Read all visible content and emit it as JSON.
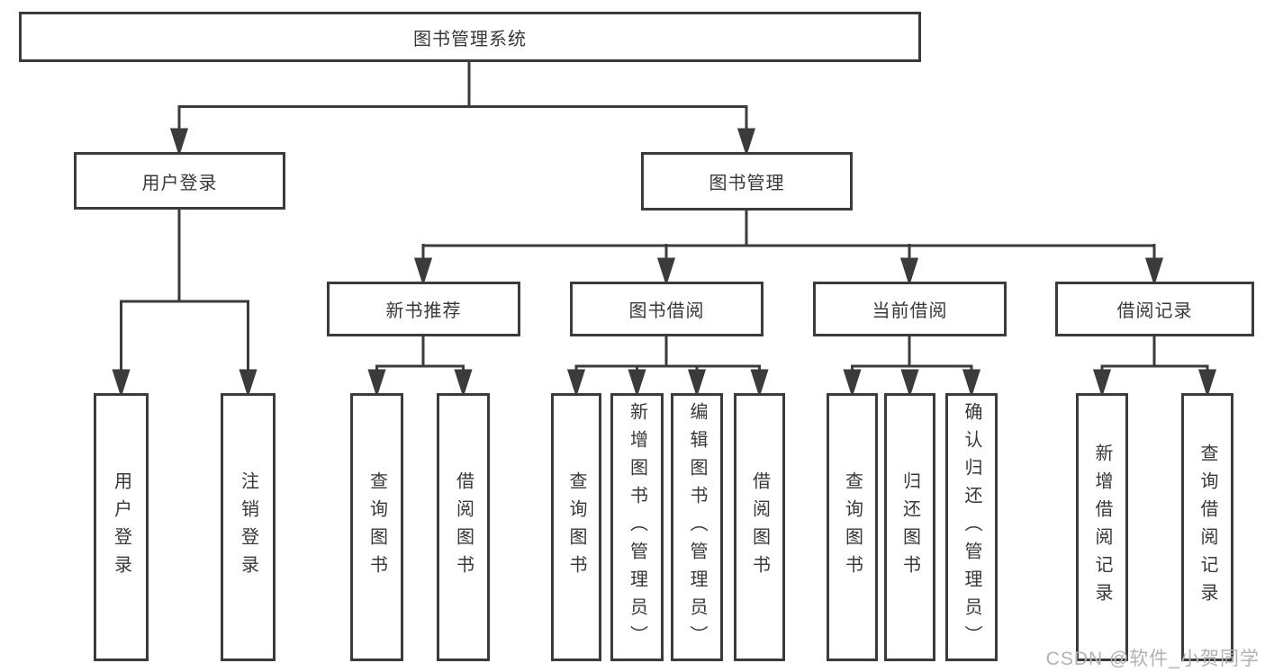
{
  "tree": {
    "root": "图书管理系统",
    "l2": [
      "用户登录",
      "图书管理"
    ],
    "l3": [
      "新书推荐",
      "图书借阅",
      "当前借阅",
      "借阅记录"
    ],
    "leaves": {
      "login": [
        "用户登录",
        "注销登录"
      ],
      "rec": [
        "查询图书",
        "借阅图书"
      ],
      "borrow": [
        "查询图书",
        "新增图书（管理员）",
        "编辑图书（管理员）",
        "借阅图书"
      ],
      "current": [
        "查询图书",
        "归还图书",
        "确认归还（管理员）"
      ],
      "records": [
        "新增借阅记录",
        "查询借阅记录"
      ]
    }
  },
  "watermark": "CSDN @软件_小贺同学",
  "colors": {
    "line": "#3b3b3b",
    "text": "#383838",
    "watermark": "#b2b2b2",
    "background": "#ffffff"
  }
}
